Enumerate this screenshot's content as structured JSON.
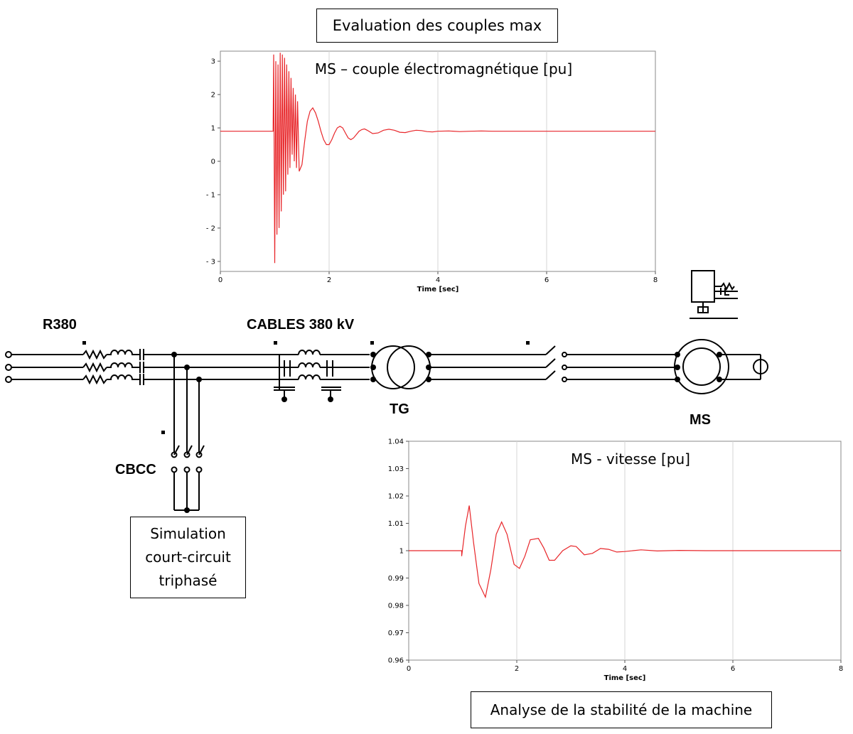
{
  "title_box": "Evaluation des couples max",
  "simulation_box": "Simulation\ncourt-circuit\ntriphasé",
  "stability_box": "Analyse de la stabilité de la machine",
  "schematic": {
    "label_r380": "R380",
    "label_cables": "CABLES 380 kV",
    "label_tg": "TG",
    "label_ms": "MS",
    "label_cbcc": "CBCC"
  },
  "chart_data": [
    {
      "type": "line",
      "title": "MS – couple électromagnétique [pu]",
      "xlabel": "Time  [sec]",
      "xlim": [
        0,
        8
      ],
      "ylim": [
        -3.3,
        3.3
      ],
      "x_ticks": [
        0,
        2,
        4,
        6,
        8
      ],
      "x_tick_labels": [
        "0",
        "2",
        "4",
        "6",
        "8"
      ],
      "y_ticks": [
        3,
        2,
        1,
        0,
        -1,
        -2,
        -3
      ],
      "y_tick_labels": [
        "3",
        "2",
        "1",
        "0",
        "- 1",
        "- 2",
        "- 3"
      ],
      "line_color": "#e8262a",
      "series": [
        {
          "x": [
            0,
            0.97,
            0.98,
            1.0,
            1.02,
            1.04,
            1.06,
            1.08,
            1.1,
            1.12,
            1.14,
            1.16,
            1.18,
            1.2,
            1.22,
            1.24,
            1.26,
            1.28,
            1.3,
            1.32,
            1.34,
            1.36,
            1.38,
            1.4,
            1.42,
            1.45,
            1.5,
            1.55,
            1.6,
            1.65,
            1.7,
            1.75,
            1.8,
            1.85,
            1.9,
            1.95,
            2.0,
            2.05,
            2.1,
            2.15,
            2.2,
            2.25,
            2.3,
            2.35,
            2.4,
            2.45,
            2.5,
            2.55,
            2.6,
            2.65,
            2.7,
            2.8,
            2.9,
            3.0,
            3.1,
            3.2,
            3.3,
            3.4,
            3.5,
            3.6,
            3.7,
            3.8,
            3.9,
            4.0,
            4.2,
            4.4,
            4.6,
            4.8,
            5.0,
            5.5,
            6.0,
            8.0
          ],
          "y": [
            0.9,
            0.9,
            3.2,
            -3.05,
            3.0,
            -2.2,
            2.9,
            -2.0,
            3.25,
            -1.5,
            3.2,
            -1.0,
            3.1,
            -0.9,
            2.9,
            -0.4,
            2.7,
            -0.2,
            2.5,
            0.2,
            2.2,
            0.0,
            2.0,
            -0.2,
            1.8,
            -0.3,
            -0.1,
            0.6,
            1.2,
            1.5,
            1.6,
            1.45,
            1.2,
            0.9,
            0.65,
            0.5,
            0.5,
            0.65,
            0.85,
            1.0,
            1.05,
            1.0,
            0.85,
            0.7,
            0.65,
            0.7,
            0.8,
            0.9,
            0.95,
            0.97,
            0.93,
            0.83,
            0.85,
            0.93,
            0.96,
            0.93,
            0.87,
            0.86,
            0.9,
            0.93,
            0.92,
            0.89,
            0.88,
            0.9,
            0.91,
            0.89,
            0.9,
            0.91,
            0.9,
            0.9,
            0.9,
            0.9
          ]
        }
      ]
    },
    {
      "type": "line",
      "title": "MS - vitesse [pu]",
      "xlabel": "Time  [sec]",
      "xlim": [
        0,
        8
      ],
      "ylim": [
        0.96,
        1.04
      ],
      "x_ticks": [
        0,
        2,
        4,
        6,
        8
      ],
      "x_tick_labels": [
        "0",
        "2",
        "4",
        "6",
        "8"
      ],
      "y_ticks": [
        1.04,
        1.03,
        1.02,
        1.01,
        1.0,
        0.99,
        0.98,
        0.97,
        0.96
      ],
      "y_tick_labels": [
        "1.04",
        "1.03",
        "1.02",
        "1.01",
        "1",
        "0.99",
        "0.98",
        "0.97",
        "0.96"
      ],
      "line_color": "#e8262a",
      "series": [
        {
          "x": [
            0,
            0.98,
            0.98,
            1.05,
            1.12,
            1.2,
            1.3,
            1.42,
            1.52,
            1.62,
            1.72,
            1.82,
            1.95,
            2.05,
            2.15,
            2.25,
            2.4,
            2.5,
            2.6,
            2.7,
            2.85,
            3.0,
            3.1,
            3.25,
            3.4,
            3.55,
            3.7,
            3.85,
            4.0,
            4.3,
            4.6,
            5.0,
            5.5,
            8.0
          ],
          "y": [
            1.0,
            1.0,
            0.998,
            1.009,
            1.0165,
            1.003,
            0.988,
            0.983,
            0.993,
            1.006,
            1.0105,
            1.006,
            0.995,
            0.9935,
            0.998,
            1.004,
            1.0045,
            1.001,
            0.9965,
            0.9965,
            1.0,
            1.0018,
            1.0015,
            0.9985,
            0.999,
            1.0008,
            1.0005,
            0.9995,
            0.9997,
            1.0003,
            0.9999,
            1.0001,
            1.0,
            1.0
          ]
        }
      ]
    }
  ]
}
